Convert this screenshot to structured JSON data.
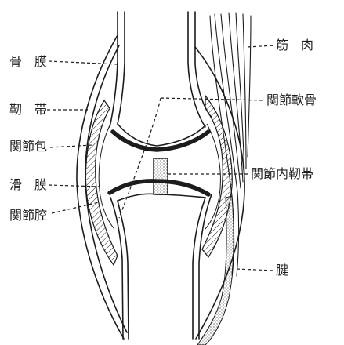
{
  "labels": {
    "periosteum": "骨　膜",
    "ligament": "靭　帯",
    "joint_capsule": "関節包",
    "synovial_membrane": "滑　膜",
    "joint_cavity": "関節腔",
    "muscle": "筋　肉",
    "articular_cartilage": "関節軟骨",
    "intra_articular_ligament": "関節内靭帯",
    "tendon": "腱"
  },
  "colors": {
    "ink": "#1c1c1c",
    "paper": "#ffffff"
  }
}
